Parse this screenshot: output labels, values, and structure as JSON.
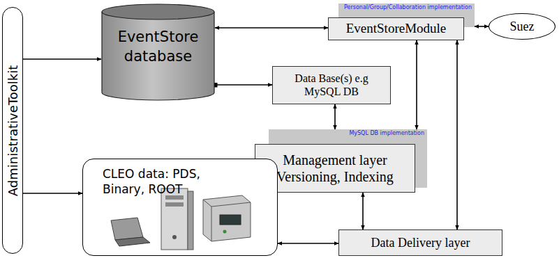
{
  "diagram": {
    "nodes": [
      {
        "text": [
          "EventStore database"
        ]
      },
      {
        "text": [
          "Personal/Group/Collaboration implementation",
          "EventStoreModule"
        ]
      },
      {
        "text": [
          "Suez"
        ]
      },
      {
        "text": [
          "Data Base(s) e.g MySQL DB"
        ]
      },
      {
        "text": [
          "MySQL DB implementation",
          "Management layer Versioning, Indexing"
        ]
      },
      {
        "text": [
          "CLEO data: PDS, Binary, ROOT"
        ]
      },
      {
        "text": [
          "Data Delivery layer"
        ]
      },
      {
        "text": [
          "AdministrativeToolkit"
        ]
      }
    ],
    "edges": [
      {
        "from": 7,
        "to": 0,
        "arrow": "to"
      },
      {
        "from": 7,
        "to": 5,
        "arrow": "to"
      },
      {
        "from": 0,
        "to": 1,
        "arrow": "both"
      },
      {
        "from": 1,
        "to": 2,
        "arrow": "both"
      },
      {
        "from": 0,
        "to": 3,
        "arrow": "to"
      },
      {
        "from": 3,
        "to": 4,
        "arrow": "both"
      },
      {
        "from": 1,
        "to": 4,
        "arrow": "both"
      },
      {
        "from": 1,
        "to": 6,
        "arrow": "both"
      },
      {
        "from": 4,
        "to": 6,
        "arrow": "both"
      },
      {
        "from": 5,
        "to": 6,
        "arrow": "both"
      }
    ]
  }
}
